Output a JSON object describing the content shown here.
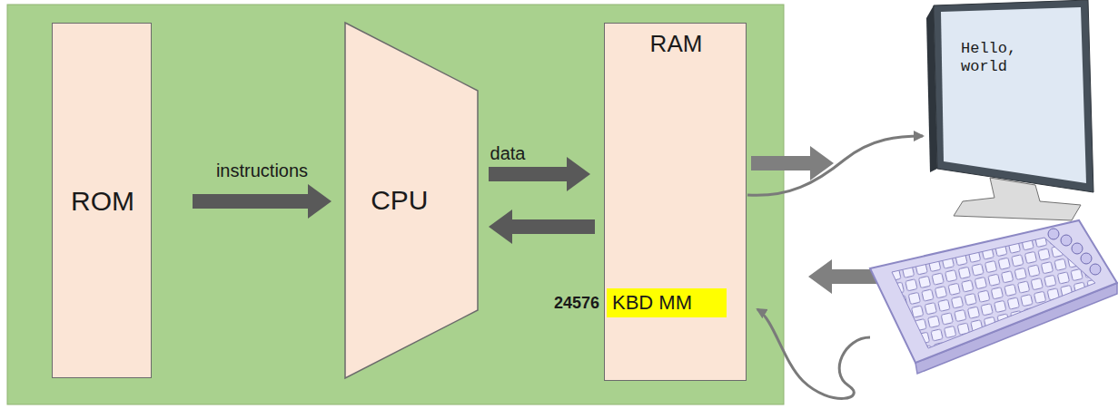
{
  "diagram": {
    "nodes": [
      {
        "text": [
          "ROM"
        ]
      },
      {
        "text": [
          "CPU"
        ]
      },
      {
        "text": [
          "RAM"
        ]
      },
      {
        "text": [
          "24576",
          "KBD MM"
        ],
        "in": 2
      },
      {
        "text": [
          "Hello, world"
        ]
      }
    ],
    "edges": [
      {
        "from": 0,
        "to": 1,
        "label": "instructions",
        "arrow": "to"
      },
      {
        "from": 1,
        "to": 2,
        "label": "data",
        "arrow": "to"
      },
      {
        "from": 2,
        "to": 1,
        "arrow": "to"
      },
      {
        "from": 2,
        "to": 4,
        "arrow": "to"
      }
    ]
  }
}
